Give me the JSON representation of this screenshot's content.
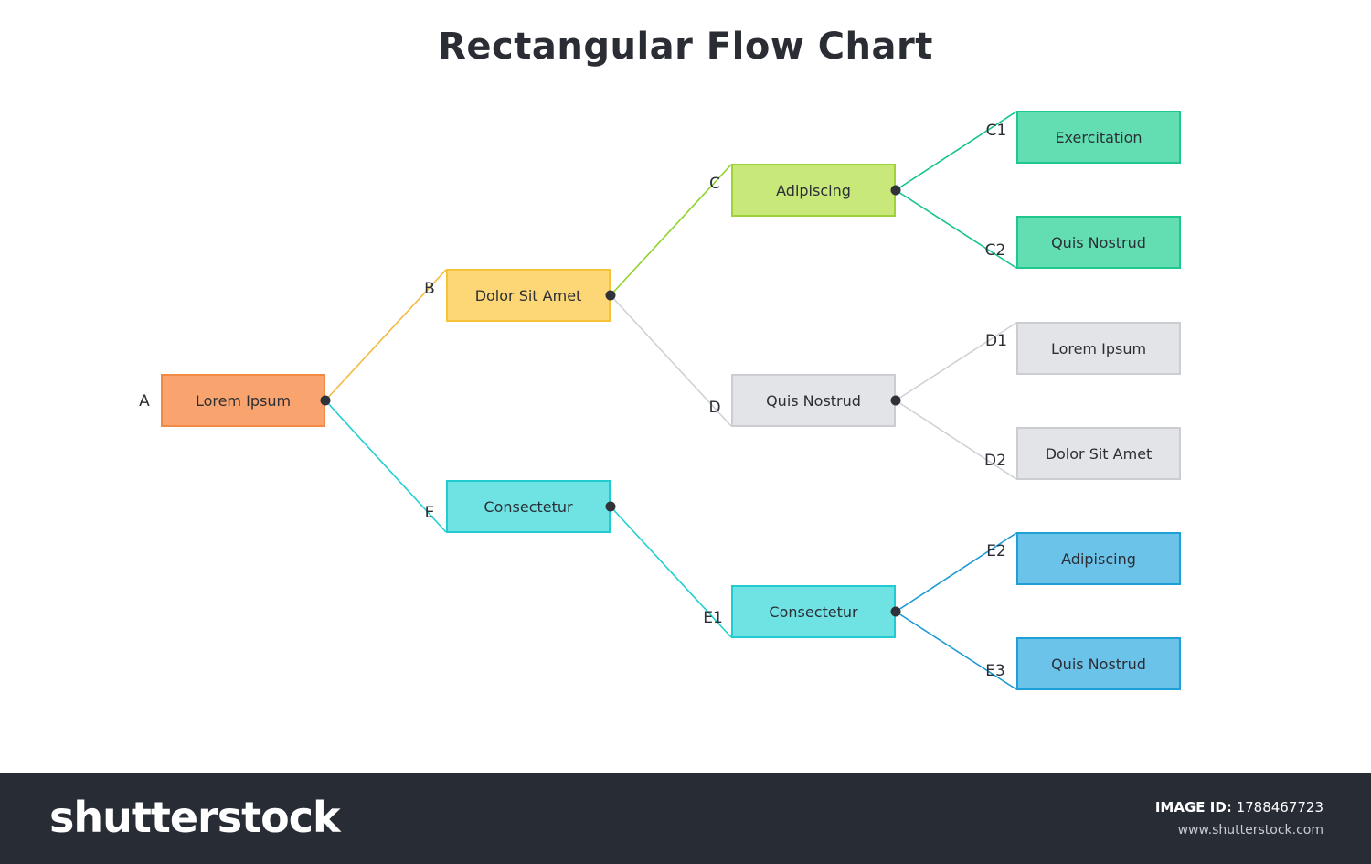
{
  "title": "Rectangular Flow Chart",
  "colors": {
    "orange": {
      "fill": "#f9a46e",
      "stroke": "#f08a44",
      "line": "#f5b841"
    },
    "yellow": {
      "fill": "#fdd776",
      "stroke": "#f6c339",
      "line": "#8ed32c"
    },
    "green": {
      "fill": "#c8e87a",
      "stroke": "#9fd239",
      "line": "#14c38e"
    },
    "teal": {
      "fill": "#63deb2",
      "stroke": "#1ec88c"
    },
    "gray": {
      "fill": "#e2e4e8",
      "stroke": "#cbcdd2",
      "line": "#cfd1d6"
    },
    "cyan": {
      "fill": "#6fe3e3",
      "stroke": "#21ccd0",
      "line": "#1fd0d2"
    },
    "blue": {
      "fill": "#6cc3ea",
      "stroke": "#1e9fd6",
      "line": "#1a9ad6"
    },
    "line_a": "#f5b841"
  },
  "nodes": {
    "A": {
      "tag": "A",
      "label": "Lorem Ipsum"
    },
    "B": {
      "tag": "B",
      "label": "Dolor Sit Amet"
    },
    "E": {
      "tag": "E",
      "label": "Consectetur"
    },
    "C": {
      "tag": "C",
      "label": "Adipiscing"
    },
    "D": {
      "tag": "D",
      "label": "Quis Nostrud"
    },
    "E1": {
      "tag": "E1",
      "label": "Consectetur"
    },
    "C1": {
      "tag": "C1",
      "label": "Exercitation"
    },
    "C2": {
      "tag": "C2",
      "label": "Quis Nostrud"
    },
    "D1": {
      "tag": "D1",
      "label": "Lorem Ipsum"
    },
    "D2": {
      "tag": "D2",
      "label": "Dolor Sit Amet"
    },
    "E2": {
      "tag": "E2",
      "label": "Adipiscing"
    },
    "E3": {
      "tag": "E3",
      "label": "Quis Nostrud"
    }
  },
  "edges": [
    {
      "from": "A",
      "to": "B"
    },
    {
      "from": "A",
      "to": "E"
    },
    {
      "from": "B",
      "to": "C"
    },
    {
      "from": "B",
      "to": "D"
    },
    {
      "from": "E",
      "to": "E1"
    },
    {
      "from": "C",
      "to": "C1"
    },
    {
      "from": "C",
      "to": "C2"
    },
    {
      "from": "D",
      "to": "D1"
    },
    {
      "from": "D",
      "to": "D2"
    },
    {
      "from": "E1",
      "to": "E2"
    },
    {
      "from": "E1",
      "to": "E3"
    }
  ],
  "footer": {
    "logo": "shutterstock",
    "image_id_label": "IMAGE ID:",
    "image_id": "1788467723",
    "url": "www.shutterstock.com"
  }
}
